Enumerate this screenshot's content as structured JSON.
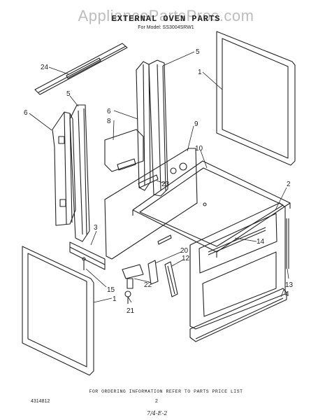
{
  "header": {
    "watermark": "AppliancePartsPros.com",
    "title": "EXTERNAL OVEN PARTS",
    "subtitle": "For Model: SS3004SRW1"
  },
  "footer": {
    "note": "FOR ORDERING INFORMATION REFER TO PARTS PRICE LIST",
    "doc_number": "4314812",
    "page_number": "2",
    "hand_note": "7/4-E-2"
  },
  "callouts": {
    "c24": "24",
    "c5a": "5",
    "c5b": "5",
    "c1a": "1",
    "c6a": "6",
    "c6b": "6",
    "c8": "8",
    "c9": "9",
    "c10": "10",
    "c23": "23",
    "c2": "2",
    "c3": "3",
    "c14": "14",
    "c20": "20",
    "c12": "12",
    "c15": "15",
    "c1b": "1",
    "c21": "21",
    "c22": "22",
    "c13": "13",
    "c4": "4"
  }
}
